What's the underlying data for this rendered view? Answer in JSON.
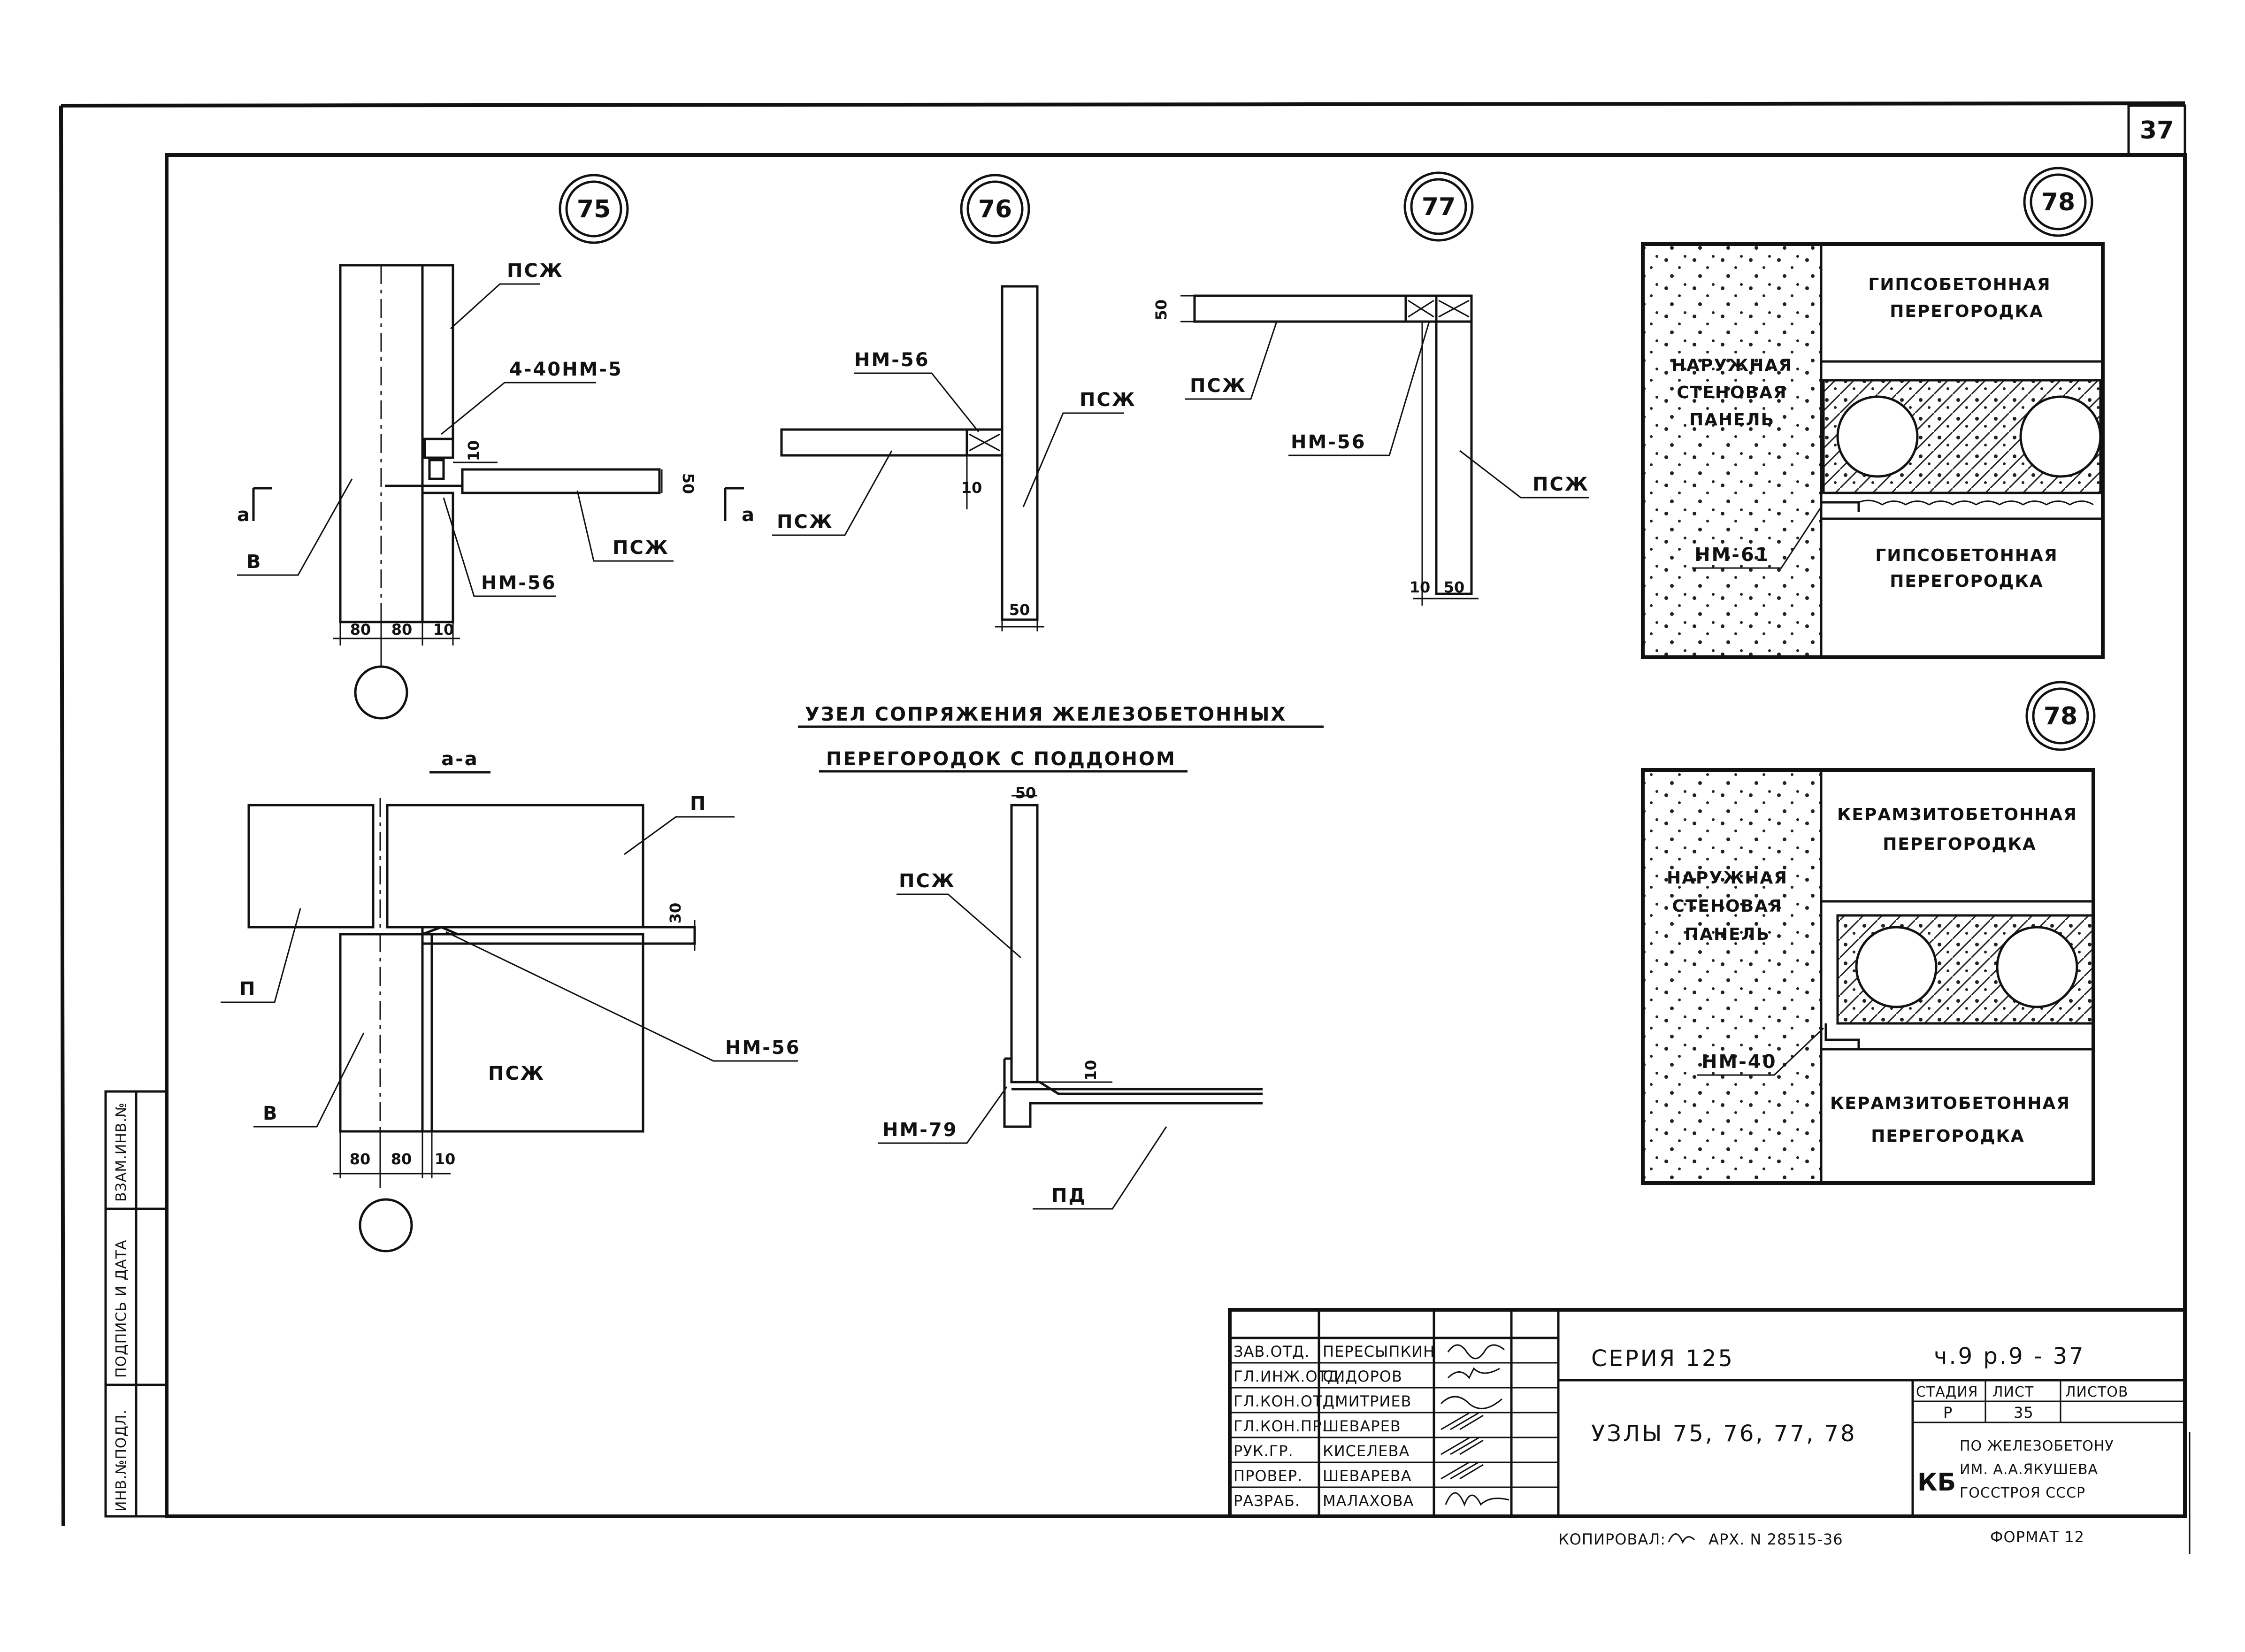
{
  "sheet": {
    "page_number": "37"
  },
  "nodes": {
    "n75": {
      "marker": "75",
      "labels": {
        "psh_top": "ПСЖ",
        "bolts": "4-40НМ-5",
        "nm": "НМ-56",
        "psh_right": "ПСЖ",
        "v": "В",
        "a": "а"
      },
      "dims": {
        "d10": "10",
        "d50": "50",
        "d80a": "80",
        "d80b": "80",
        "d10b": "10"
      }
    },
    "n76": {
      "marker": "76",
      "labels": {
        "nm": "НМ-56",
        "psh_right": "ПСЖ",
        "psh_left": "ПСЖ",
        "a": "а"
      },
      "dims": {
        "d10": "10",
        "d50": "50"
      }
    },
    "n77": {
      "marker": "77",
      "labels": {
        "psh_left": "ПСЖ",
        "nm": "НМ-56",
        "psh_right": "ПСЖ"
      },
      "dims": {
        "d50": "50",
        "d10": "10",
        "d50b": "50"
      }
    },
    "n78a": {
      "marker": "78",
      "labels": {
        "partition_top": [
          "ГИПСОБЕТОННАЯ",
          "ПЕРЕГОРОДКА"
        ],
        "outer": [
          "НАРУЖНАЯ",
          "СТЕНОВАЯ",
          "ПАНЕЛЬ"
        ],
        "nm": "НМ-61",
        "partition_bottom": [
          "ГИПСОБЕТОННАЯ",
          "ПЕРЕГОРОДКА"
        ]
      }
    },
    "n78b": {
      "marker": "78",
      "labels": {
        "partition_top": [
          "КЕРАМЗИТОБЕТОННАЯ",
          "ПЕРЕГОРОДКА"
        ],
        "outer": [
          "НАРУЖНАЯ",
          "СТЕНОВАЯ",
          "ПАНЕЛЬ"
        ],
        "nm": "НМ-40",
        "partition_bottom": [
          "КЕРАМЗИТОБЕТОННАЯ",
          "ПЕРЕГОРОДКА"
        ]
      }
    }
  },
  "section_aa": {
    "title": "а-а",
    "labels": {
      "p_right": "П",
      "p_left": "П",
      "nm": "НМ-56",
      "v": "В",
      "psh": "ПСЖ"
    },
    "dims": {
      "d30": "30",
      "d80a": "80",
      "d80b": "80",
      "d10": "10"
    }
  },
  "pallet_node": {
    "title_line1": "УЗЕЛ СОПРЯЖЕНИЯ ЖЕЛЕЗОБЕТОННЫХ",
    "title_line2": "ПЕРЕГОРОДОК С ПОДДОНОМ",
    "labels": {
      "psh": "ПСЖ",
      "nm": "НМ-79",
      "pd": "ПД"
    },
    "dims": {
      "d50": "50",
      "d10": "10"
    }
  },
  "side_stamp": {
    "cells": [
      "ИНВ.№ПОДЛ.",
      "ПОДПИСЬ И ДАТА",
      "ВЗАМ.ИНВ.№"
    ]
  },
  "title_block": {
    "people": [
      {
        "role": "ЗАВ.ОТД.",
        "name": "ПЕРЕСЫПКИН"
      },
      {
        "role": "ГЛ.ИНЖ.ОТД.",
        "name": "СИДОРОВ"
      },
      {
        "role": "ГЛ.КОН.ОТД.",
        "name": "ДМИТРИЕВ"
      },
      {
        "role": "ГЛ.КОН.ПР.",
        "name": "ШЕВАРЕВ"
      },
      {
        "role": "РУК.ГР.",
        "name": "КИСЕЛЕВА"
      },
      {
        "role": "ПРОВЕР.",
        "name": "ШЕВАРЕВА"
      },
      {
        "role": "РАЗРАБ.",
        "name": "МАЛАХОВА"
      }
    ],
    "series": "СЕРИЯ 125",
    "code": "ч.9 р.9 - 37",
    "title": "УЗЛЫ  75, 76, 77, 78",
    "stage_header": "СТАДИЯ",
    "sheet_header": "ЛИСТ",
    "sheets_header": "ЛИСТОВ",
    "stage": "Р",
    "sheet": "35",
    "org_mark": "КБ",
    "org_line1": "ПО ЖЕЛЕЗОБЕТОНУ",
    "org_line2": "ИМ. А.А.ЯКУШЕВА",
    "org_line3": "ГОССТРОЯ СССР"
  },
  "footer": {
    "copied": "КОПИРОВАЛ:",
    "archive": "АРХ. N 28515-36",
    "format": "ФОРМАТ 12"
  }
}
